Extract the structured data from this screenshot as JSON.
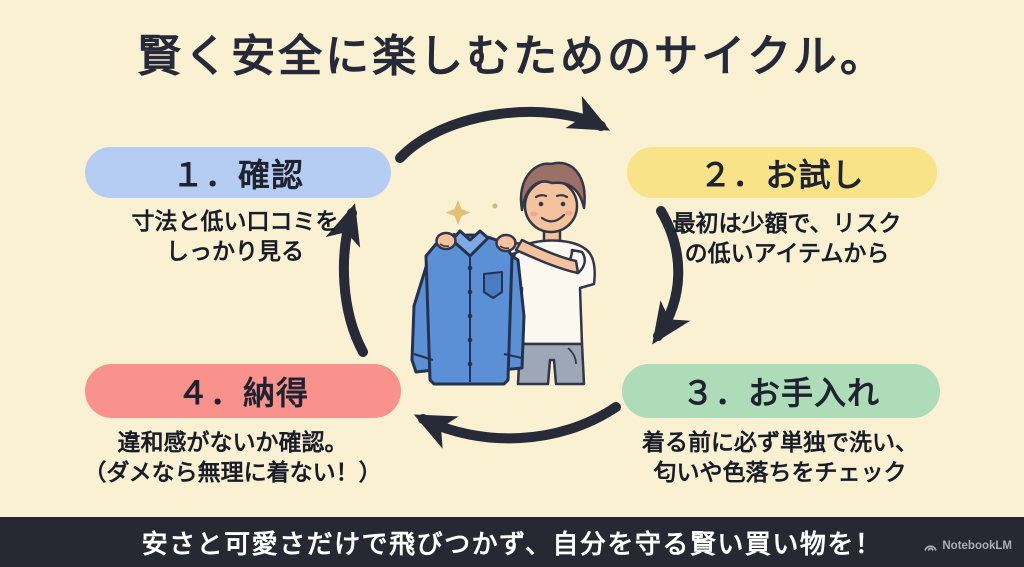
{
  "title": "賢く安全に楽しむためのサイクル。",
  "steps": [
    {
      "label": "１．確認",
      "desc_line1": "寸法と低い口コミを",
      "desc_line2": "しっかり見る",
      "pill_color": "#B5CDF2"
    },
    {
      "label": "２．お試し",
      "desc_line1": "最初は少額で、リスク",
      "desc_line2": "の低いアイテムから",
      "pill_color": "#F8E388"
    },
    {
      "label": "３．お手入れ",
      "desc_line1": "着る前に必ず単独で洗い、",
      "desc_line2": "匂いや色落ちをチェック",
      "pill_color": "#AEDCB8"
    },
    {
      "label": "４．納得",
      "desc_line1": "違和感がないか確認。",
      "desc_line2": "（ダメなら無理に着ない！）",
      "pill_color": "#F9918D"
    }
  ],
  "banner": {
    "text": "安さと可愛さだけで飛びつかず、自分を守る賢い買い物を！"
  },
  "watermark": {
    "label": "NotebookLM",
    "icon": "notebooklm-logo-icon"
  },
  "illustration": {
    "icon": "man-holding-blue-shirt-illustration"
  },
  "colors": {
    "background": "#FAF1D3",
    "title_text": "#262A38",
    "arrow": "#272A37",
    "banner_bg": "#262932",
    "banner_text": "#FFFFFF"
  }
}
